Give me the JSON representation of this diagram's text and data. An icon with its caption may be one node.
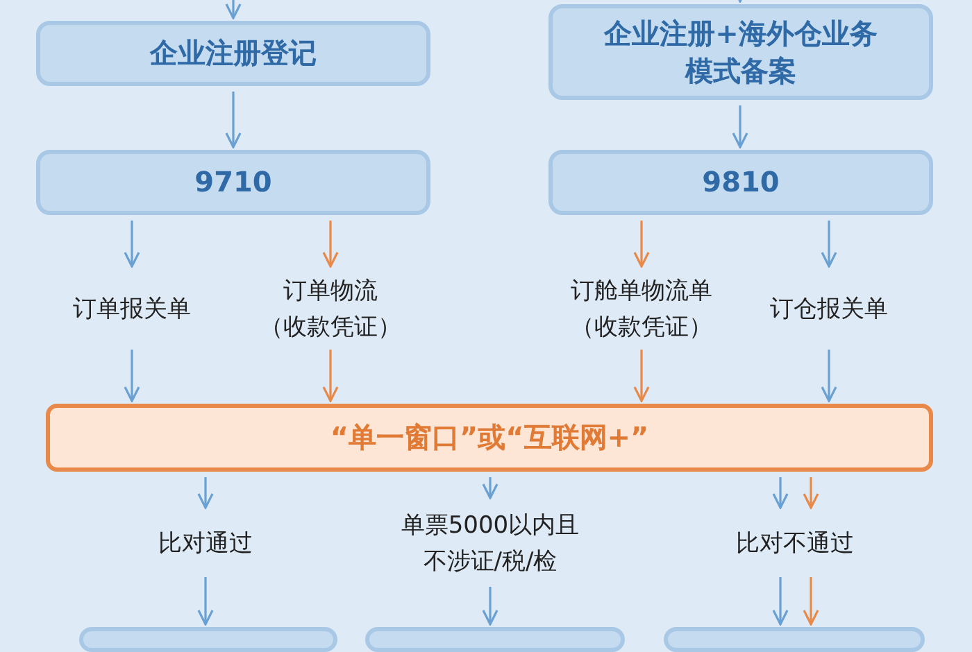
{
  "diagram": {
    "nodes": [
      {
        "text": [
          "企业注册登记"
        ]
      },
      {
        "text": [
          "企业注册+海外仓业务模式备案"
        ]
      },
      {
        "text": [
          "9710"
        ]
      },
      {
        "text": [
          "9810"
        ]
      },
      {
        "text": [
          "订单报关单"
        ]
      },
      {
        "text": [
          "订单物流（收款凭证）"
        ]
      },
      {
        "text": [
          "订舱单物流单（收款凭证）"
        ]
      },
      {
        "text": [
          "订仓报关单"
        ]
      },
      {
        "text": [
          "“单一窗口”或“互联网+”"
        ]
      },
      {
        "text": [
          "比对通过"
        ]
      },
      {
        "text": [
          "单票5000以内且不涉证/税/检"
        ]
      },
      {
        "text": [
          "比对不通过"
        ]
      },
      {
        "text": [],
        "shape": "box"
      },
      {
        "text": [],
        "shape": "box"
      },
      {
        "text": [],
        "shape": "box"
      }
    ],
    "edges": [
      {
        "from": null,
        "to": 0,
        "arrow": "to"
      },
      {
        "from": null,
        "to": 1,
        "arrow": "to"
      },
      {
        "from": 0,
        "to": 2,
        "arrow": "to"
      },
      {
        "from": 1,
        "to": 3,
        "arrow": "to"
      },
      {
        "from": 2,
        "to": 4,
        "arrow": "to"
      },
      {
        "from": 2,
        "to": 5,
        "arrow": "to",
        "color": "#e8894a"
      },
      {
        "from": 3,
        "to": 6,
        "arrow": "to",
        "color": "#e8894a"
      },
      {
        "from": 3,
        "to": 7,
        "arrow": "to"
      },
      {
        "from": 4,
        "to": 8,
        "arrow": "to"
      },
      {
        "from": 5,
        "to": 8,
        "arrow": "to",
        "color": "#e8894a"
      },
      {
        "from": 6,
        "to": 8,
        "arrow": "to",
        "color": "#e8894a"
      },
      {
        "from": 7,
        "to": 8,
        "arrow": "to"
      },
      {
        "from": 8,
        "to": 9,
        "arrow": "to"
      },
      {
        "from": 8,
        "to": 10,
        "arrow": "to"
      },
      {
        "from": 8,
        "to": 11,
        "arrow": "to"
      },
      {
        "from": 8,
        "to": 11,
        "arrow": "to",
        "color": "#e8894a"
      },
      {
        "from": 9,
        "to": 12,
        "arrow": "to"
      },
      {
        "from": 10,
        "to": 13,
        "arrow": "to"
      },
      {
        "from": 11,
        "to": 14,
        "arrow": "to"
      },
      {
        "from": 11,
        "to": 14,
        "arrow": "to",
        "color": "#e8894a"
      }
    ]
  }
}
